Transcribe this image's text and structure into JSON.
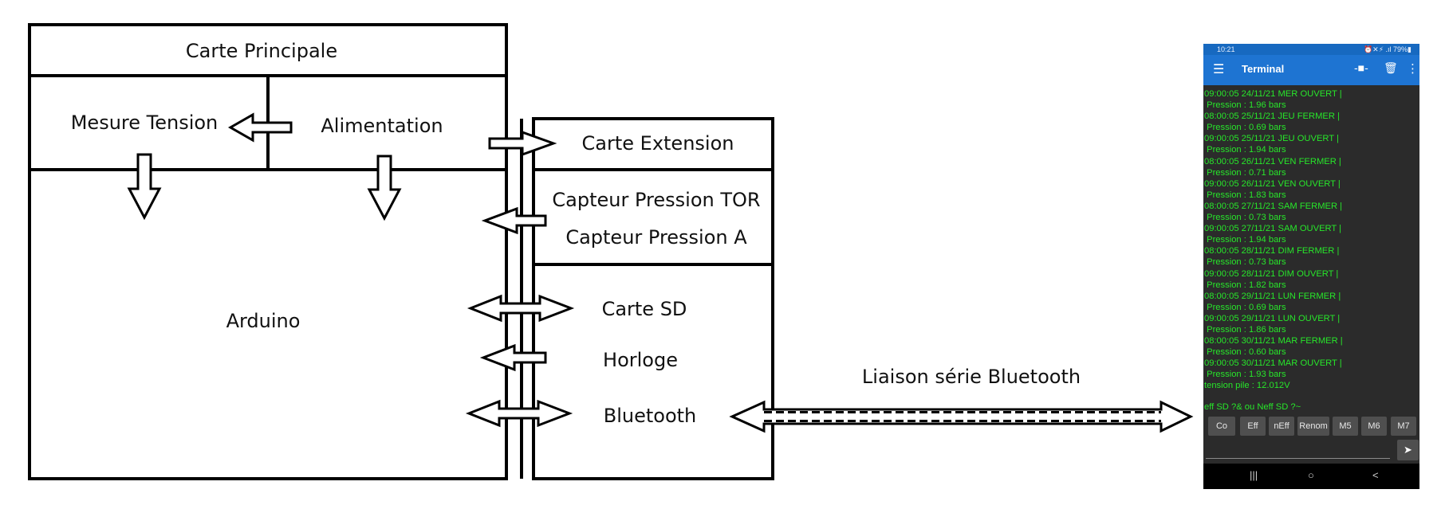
{
  "diagram": {
    "carte_principale": "Carte Principale",
    "mesure_tension": "Mesure Tension",
    "alimentation": "Alimentation",
    "arduino": "Arduino",
    "carte_extension": "Carte Extension",
    "capteur_tor": "Capteur Pression TOR",
    "capteur_a": "Capteur Pression A",
    "carte_sd": "Carte SD",
    "horloge": "Horloge",
    "bluetooth": "Bluetooth",
    "liaison": "Liaison série Bluetooth"
  },
  "phone": {
    "status_time": "10:21",
    "status_icons": "⏰✕⚡ .ıl 79%▮",
    "title": "Terminal",
    "icons": {
      "menu": "hamburger-icon",
      "connect": "connect-plug-icon",
      "trash": "trash-icon",
      "more": "more-vert-icon"
    },
    "terminal_lines": [
      "09:00:05 24/11/21 MER OUVERT |",
      " Pression : 1.96 bars",
      "08:00:05 25/11/21 JEU FERMER |",
      " Pression : 0.69 bars",
      "09:00:05 25/11/21 JEU OUVERT |",
      " Pression : 1.94 bars",
      "08:00:05 26/11/21 VEN FERMER |",
      " Pression : 0.71 bars",
      "09:00:05 26/11/21 VEN OUVERT |",
      " Pression : 1.83 bars",
      "08:00:05 27/11/21 SAM FERMER |",
      " Pression : 0.73 bars",
      "09:00:05 27/11/21 SAM OUVERT |",
      " Pression : 1.94 bars",
      "08:00:05 28/11/21 DIM FERMER |",
      " Pression : 0.73 bars",
      "09:00:05 28/11/21 DIM OUVERT |",
      " Pression : 1.82 bars",
      "08:00:05 29/11/21 LUN FERMER |",
      " Pression : 0.69 bars",
      "09:00:05 29/11/21 LUN OUVERT |",
      " Pression : 1.86 bars",
      "08:00:05 30/11/21 MAR FERMER |",
      " Pression : 0.60 bars",
      "09:00:05 30/11/21 MAR OUVERT |",
      " Pression : 1.93 bars",
      "tension pile : 12.012V"
    ],
    "prompt": "eff SD ?& ou Neff SD ?~",
    "macros": [
      "Co",
      "Eff",
      "nEff",
      "Renom",
      "M5",
      "M6",
      "M7"
    ],
    "send_icon": "send-icon",
    "nav": [
      "|||",
      "○",
      "<"
    ],
    "colors": {
      "terminal_text": "#27e62a",
      "appbar": "#1e74d2",
      "background": "#2b2b2b"
    }
  }
}
